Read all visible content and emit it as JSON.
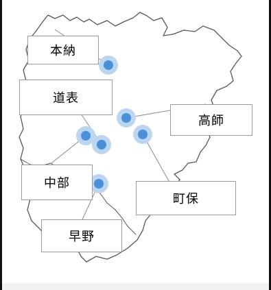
{
  "map": {
    "colors": {
      "region_fill": "#ffffff",
      "outline": "#555555",
      "leader_line": "#888888",
      "marker_core": "#4a90d9",
      "marker_halo": "#bcd6f2",
      "label_border": "#9a9a9a"
    },
    "locations": [
      {
        "id": "honno",
        "label": "本納"
      },
      {
        "id": "michiomote",
        "label": "道表"
      },
      {
        "id": "takashi",
        "label": "高師"
      },
      {
        "id": "chubu",
        "label": "中部"
      },
      {
        "id": "machiho",
        "label": "町保"
      },
      {
        "id": "wasano",
        "label": "早野"
      }
    ]
  }
}
